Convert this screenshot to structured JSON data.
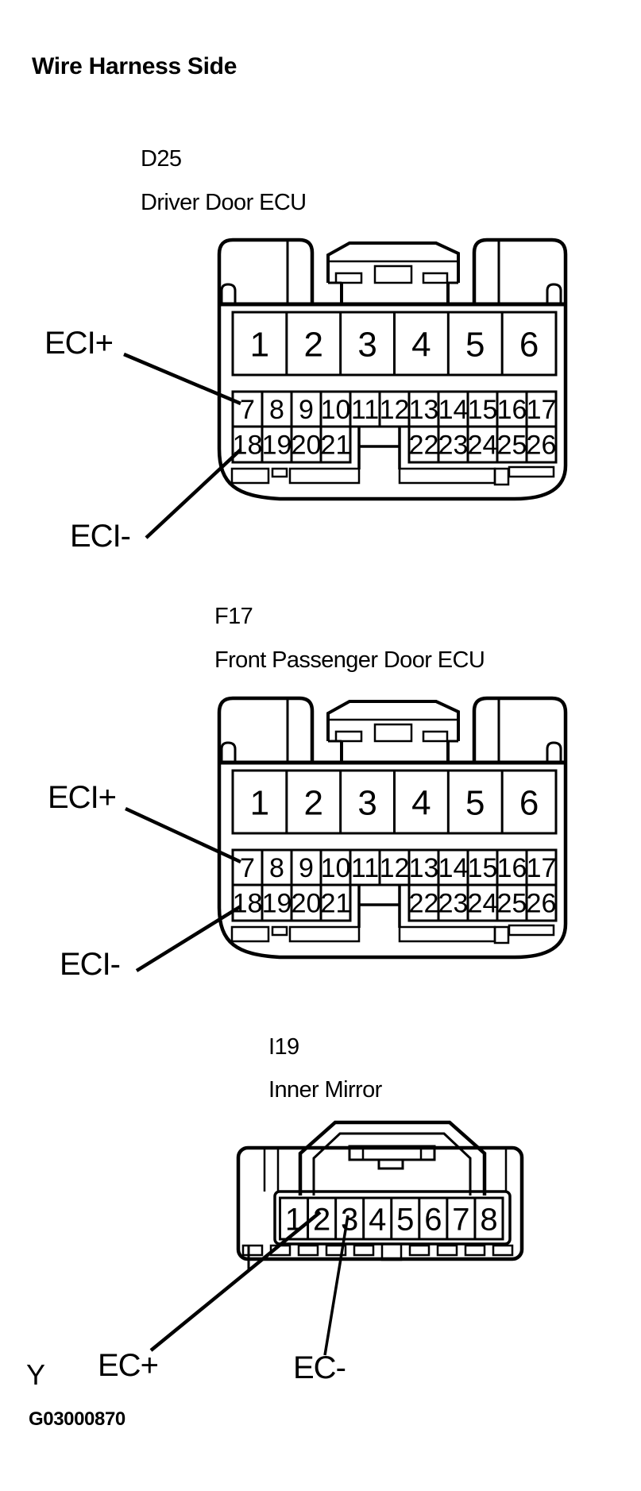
{
  "title": "Wire Harness Side",
  "footer": {
    "page_letter": "Y",
    "figure_code": "G03000870"
  },
  "line_color": "#000000",
  "background": "#ffffff",
  "connectors": [
    {
      "code": "D25",
      "name": "Driver Door ECU",
      "pin_labels": {
        "plus": "ECI+",
        "minus": "ECI-"
      },
      "rows": {
        "row1": [
          "1",
          "2",
          "3",
          "4",
          "5",
          "6"
        ],
        "row2": [
          "7",
          "8",
          "9",
          "10",
          "11",
          "12",
          "13",
          "14",
          "15",
          "16",
          "17"
        ],
        "row3_left": [
          "18",
          "19",
          "20",
          "21"
        ],
        "row3_right": [
          "22",
          "23",
          "24",
          "25",
          "26"
        ]
      }
    },
    {
      "code": "F17",
      "name": "Front Passenger Door ECU",
      "pin_labels": {
        "plus": "ECI+",
        "minus": "ECI-"
      },
      "rows": {
        "row1": [
          "1",
          "2",
          "3",
          "4",
          "5",
          "6"
        ],
        "row2": [
          "7",
          "8",
          "9",
          "10",
          "11",
          "12",
          "13",
          "14",
          "15",
          "16",
          "17"
        ],
        "row3_left": [
          "18",
          "19",
          "20",
          "21"
        ],
        "row3_right": [
          "22",
          "23",
          "24",
          "25",
          "26"
        ]
      }
    },
    {
      "code": "I19",
      "name": "Inner Mirror",
      "pin_labels": {
        "plus": "EC+",
        "minus": "EC-"
      },
      "rows": {
        "row1": [
          "1",
          "2",
          "3",
          "4",
          "5",
          "6",
          "7",
          "8"
        ]
      }
    }
  ]
}
